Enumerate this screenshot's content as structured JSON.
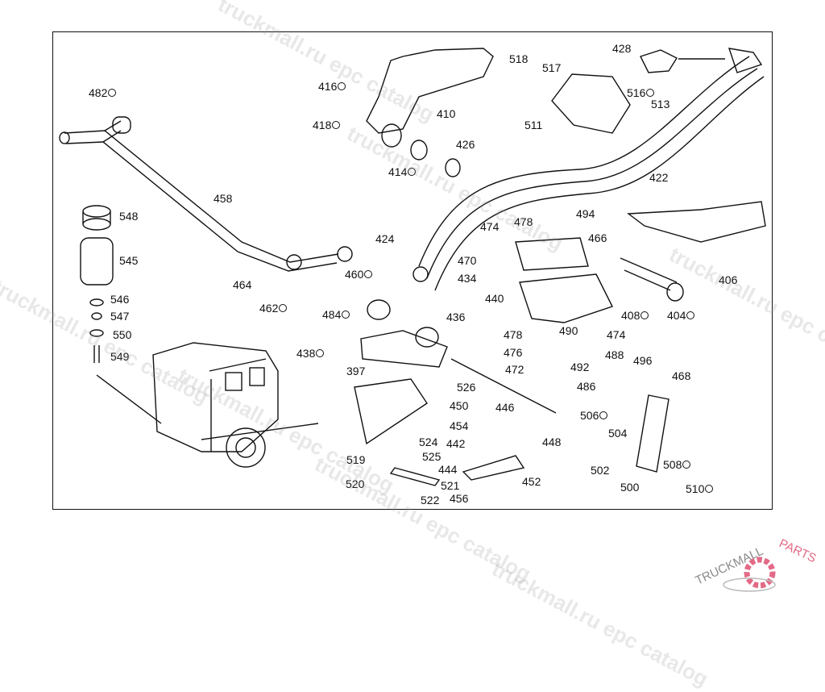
{
  "diagram": {
    "part_numbers": [
      {
        "num": "482",
        "marked": true
      },
      {
        "num": "416",
        "marked": true
      },
      {
        "num": "418",
        "marked": true
      },
      {
        "num": "410",
        "marked": false
      },
      {
        "num": "518",
        "marked": false
      },
      {
        "num": "517",
        "marked": false
      },
      {
        "num": "428",
        "marked": false
      },
      {
        "num": "516",
        "marked": true
      },
      {
        "num": "513",
        "marked": false
      },
      {
        "num": "511",
        "marked": false
      },
      {
        "num": "414",
        "marked": true
      },
      {
        "num": "426",
        "marked": false
      },
      {
        "num": "422",
        "marked": false
      },
      {
        "num": "458",
        "marked": false
      },
      {
        "num": "548",
        "marked": false
      },
      {
        "num": "494",
        "marked": false
      },
      {
        "num": "474",
        "marked": false
      },
      {
        "num": "478",
        "marked": false
      },
      {
        "num": "466",
        "marked": false
      },
      {
        "num": "424",
        "marked": false
      },
      {
        "num": "545",
        "marked": false
      },
      {
        "num": "470",
        "marked": false
      },
      {
        "num": "406",
        "marked": false
      },
      {
        "num": "460",
        "marked": true
      },
      {
        "num": "434",
        "marked": false
      },
      {
        "num": "464",
        "marked": false
      },
      {
        "num": "546",
        "marked": false
      },
      {
        "num": "440",
        "marked": false
      },
      {
        "num": "462",
        "marked": true
      },
      {
        "num": "484",
        "marked": true
      },
      {
        "num": "436",
        "marked": false
      },
      {
        "num": "547",
        "marked": false
      },
      {
        "num": "408",
        "marked": true
      },
      {
        "num": "404",
        "marked": true
      },
      {
        "num": "550",
        "marked": false
      },
      {
        "num": "478",
        "marked": false
      },
      {
        "num": "490",
        "marked": false
      },
      {
        "num": "474",
        "marked": false
      },
      {
        "num": "549",
        "marked": false
      },
      {
        "num": "438",
        "marked": true
      },
      {
        "num": "476",
        "marked": false
      },
      {
        "num": "488",
        "marked": false
      },
      {
        "num": "496",
        "marked": false
      },
      {
        "num": "472",
        "marked": false
      },
      {
        "num": "492",
        "marked": false
      },
      {
        "num": "468",
        "marked": false
      },
      {
        "num": "397",
        "marked": false
      },
      {
        "num": "526",
        "marked": false
      },
      {
        "num": "486",
        "marked": false
      },
      {
        "num": "450",
        "marked": false
      },
      {
        "num": "446",
        "marked": false
      },
      {
        "num": "506",
        "marked": true
      },
      {
        "num": "454",
        "marked": false
      },
      {
        "num": "504",
        "marked": false
      },
      {
        "num": "524",
        "marked": false
      },
      {
        "num": "442",
        "marked": false
      },
      {
        "num": "448",
        "marked": false
      },
      {
        "num": "525",
        "marked": false
      },
      {
        "num": "519",
        "marked": false
      },
      {
        "num": "444",
        "marked": false
      },
      {
        "num": "502",
        "marked": false
      },
      {
        "num": "508",
        "marked": true
      },
      {
        "num": "520",
        "marked": false
      },
      {
        "num": "521",
        "marked": false
      },
      {
        "num": "452",
        "marked": false
      },
      {
        "num": "500",
        "marked": false
      },
      {
        "num": "510",
        "marked": true
      },
      {
        "num": "522",
        "marked": false
      },
      {
        "num": "456",
        "marked": false
      }
    ],
    "line_color": "#111111"
  },
  "watermark": {
    "text": "truckmall.ru epc catalog"
  },
  "logo": {
    "text_a": "TRUCKMALL",
    "text_b": "PARTS",
    "color_gray": "#8a8a8a",
    "color_pink": "#e36a86"
  }
}
